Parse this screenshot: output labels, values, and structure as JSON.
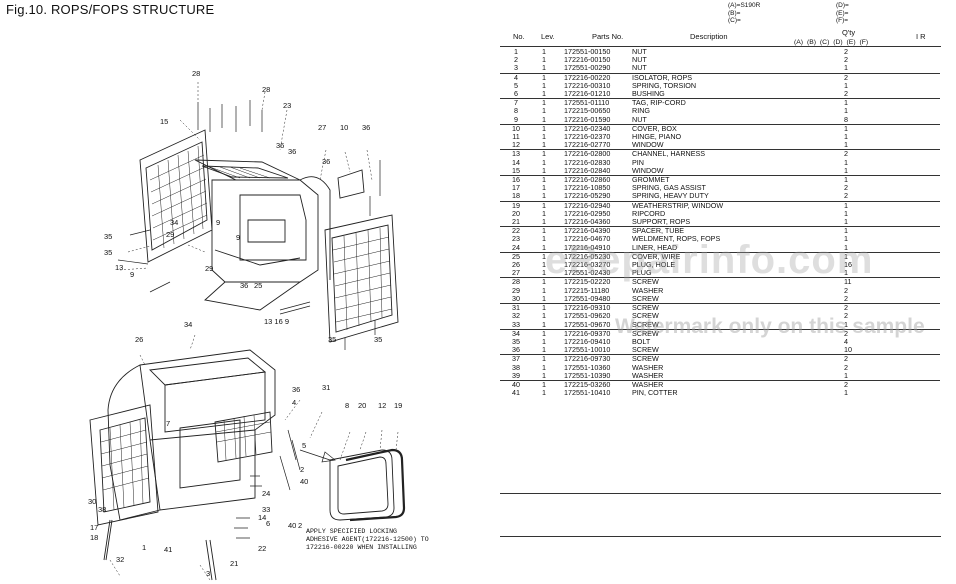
{
  "title": "Fig.10.  ROPS/FOPS STRUCTURE",
  "models": {
    "col1": [
      "(A)=S190R",
      "(B)=",
      "(C)="
    ],
    "col2": [
      "(D)=",
      "(E)=",
      "(F)="
    ]
  },
  "headers": {
    "no": "No.",
    "lev": "Lev.",
    "parts_no": "Parts No.",
    "description": "Description",
    "qty": "Q'ty",
    "ir": "I   R",
    "cols": "(A)   (B)   (C)   (D)   (E)   (F)"
  },
  "parts": [
    {
      "no": "1",
      "lev": "1",
      "pn": "172551-00150",
      "desc": "NUT",
      "qty": "2"
    },
    {
      "no": "2",
      "lev": "1",
      "pn": "172216-00150",
      "desc": "NUT",
      "qty": "2"
    },
    {
      "no": "3",
      "lev": "1",
      "pn": "172551-00290",
      "desc": "NUT",
      "qty": "1"
    },
    {
      "no": "4",
      "lev": "1",
      "pn": "172216-00220",
      "desc": "ISOLATOR, ROPS",
      "qty": "2"
    },
    {
      "no": "5",
      "lev": "1",
      "pn": "172216-00310",
      "desc": "SPRING, TORSION",
      "qty": "1"
    },
    {
      "no": "6",
      "lev": "1",
      "pn": "172216-01210",
      "desc": "BUSHING",
      "qty": "2"
    },
    {
      "no": "7",
      "lev": "1",
      "pn": "172551-01110",
      "desc": "TAG, RIP-CORD",
      "qty": "1"
    },
    {
      "no": "8",
      "lev": "1",
      "pn": "172215-00650",
      "desc": "RING",
      "qty": "1"
    },
    {
      "no": "9",
      "lev": "1",
      "pn": "172216-01590",
      "desc": "NUT",
      "qty": "8"
    },
    {
      "no": "10",
      "lev": "1",
      "pn": "172216-02340",
      "desc": "COVER, BOX",
      "qty": "1"
    },
    {
      "no": "11",
      "lev": "1",
      "pn": "172216-02370",
      "desc": "HINGE, PIANO",
      "qty": "1"
    },
    {
      "no": "12",
      "lev": "1",
      "pn": "172216-02770",
      "desc": "WINDOW",
      "qty": "1"
    },
    {
      "no": "13",
      "lev": "1",
      "pn": "172216-02800",
      "desc": "CHANNEL, HARNESS",
      "qty": "2"
    },
    {
      "no": "14",
      "lev": "1",
      "pn": "172216-02830",
      "desc": "PIN",
      "qty": "1"
    },
    {
      "no": "15",
      "lev": "1",
      "pn": "172216-02840",
      "desc": "WINDOW",
      "qty": "1"
    },
    {
      "no": "16",
      "lev": "1",
      "pn": "172216-02860",
      "desc": "GROMMET",
      "qty": "1"
    },
    {
      "no": "17",
      "lev": "1",
      "pn": "172216-10850",
      "desc": "SPRING, GAS ASSIST",
      "qty": "2"
    },
    {
      "no": "18",
      "lev": "1",
      "pn": "172216-05290",
      "desc": "SPRING, HEAVY DUTY",
      "qty": "2"
    },
    {
      "no": "19",
      "lev": "1",
      "pn": "172216-02940",
      "desc": "WEATHERSTRIP, WINDOW",
      "qty": "1"
    },
    {
      "no": "20",
      "lev": "1",
      "pn": "172216-02950",
      "desc": "RIPCORD",
      "qty": "1"
    },
    {
      "no": "21",
      "lev": "1",
      "pn": "172216-04360",
      "desc": "SUPPORT, ROPS",
      "qty": "1"
    },
    {
      "no": "22",
      "lev": "1",
      "pn": "172216-04390",
      "desc": "SPACER, TUBE",
      "qty": "1"
    },
    {
      "no": "23",
      "lev": "1",
      "pn": "172216-04670",
      "desc": "WELDMENT, ROPS, FOPS",
      "qty": "1"
    },
    {
      "no": "24",
      "lev": "1",
      "pn": "172216-04910",
      "desc": "LINER, HEAD",
      "qty": "1"
    },
    {
      "no": "25",
      "lev": "1",
      "pn": "172216-05230",
      "desc": "COVER, WIRE",
      "qty": "1"
    },
    {
      "no": "26",
      "lev": "1",
      "pn": "172216-03270",
      "desc": "PLUG, HOLE",
      "qty": "16"
    },
    {
      "no": "27",
      "lev": "1",
      "pn": "172551-02430",
      "desc": "PLUG",
      "qty": "1"
    },
    {
      "no": "28",
      "lev": "1",
      "pn": "172215-02220",
      "desc": "SCREW",
      "qty": "11"
    },
    {
      "no": "29",
      "lev": "1",
      "pn": "172215-11180",
      "desc": "WASHER",
      "qty": "2"
    },
    {
      "no": "30",
      "lev": "1",
      "pn": "172551-09480",
      "desc": "SCREW",
      "qty": "2"
    },
    {
      "no": "31",
      "lev": "1",
      "pn": "172216-09310",
      "desc": "SCREW",
      "qty": "2"
    },
    {
      "no": "32",
      "lev": "1",
      "pn": "172551-09620",
      "desc": "SCREW",
      "qty": "2"
    },
    {
      "no": "33",
      "lev": "1",
      "pn": "172551-09670",
      "desc": "SCREW",
      "qty": "1"
    },
    {
      "no": "34",
      "lev": "1",
      "pn": "172216-09370",
      "desc": "SCREW",
      "qty": "2"
    },
    {
      "no": "35",
      "lev": "1",
      "pn": "172216-09410",
      "desc": "BOLT",
      "qty": "4"
    },
    {
      "no": "36",
      "lev": "1",
      "pn": "172551-10010",
      "desc": "SCREW",
      "qty": "10"
    },
    {
      "no": "37",
      "lev": "1",
      "pn": "172216-09730",
      "desc": "SCREW",
      "qty": "2"
    },
    {
      "no": "38",
      "lev": "1",
      "pn": "172551-10360",
      "desc": "WASHER",
      "qty": "2"
    },
    {
      "no": "39",
      "lev": "1",
      "pn": "172551-10390",
      "desc": "WASHER",
      "qty": "1"
    },
    {
      "no": "40",
      "lev": "1",
      "pn": "172215-03260",
      "desc": "WASHER",
      "qty": "2"
    },
    {
      "no": "41",
      "lev": "1",
      "pn": "172551-10410",
      "desc": "PIN, COTTER",
      "qty": "1"
    }
  ],
  "watermark_main": "eRepairinfo.com",
  "watermark_sub": "Watermark only on this sample",
  "note_lines": [
    "APPLY SPECIFIED LOCKING",
    "ADHESIVE AGENT(172216-12500) TO",
    "172216-00220 WHEN INSTALLING"
  ],
  "callouts_top": [
    "28",
    "28",
    "23",
    "15",
    "27",
    "10",
    "36",
    "36",
    "36",
    "36",
    "34",
    "9",
    "29",
    "9",
    "35",
    "35",
    "13",
    "9",
    "29",
    "36",
    "25",
    "36",
    "13",
    "16",
    "9",
    "35",
    "35"
  ],
  "callouts_bottom": [
    "26",
    "34",
    "7",
    "36",
    "31",
    "4",
    "8",
    "20",
    "12",
    "19",
    "5",
    "2",
    "40",
    "30",
    "38",
    "1",
    "17",
    "18",
    "32",
    "41",
    "3",
    "21",
    "22",
    "24",
    "33",
    "6",
    "40",
    "2",
    "14"
  ]
}
